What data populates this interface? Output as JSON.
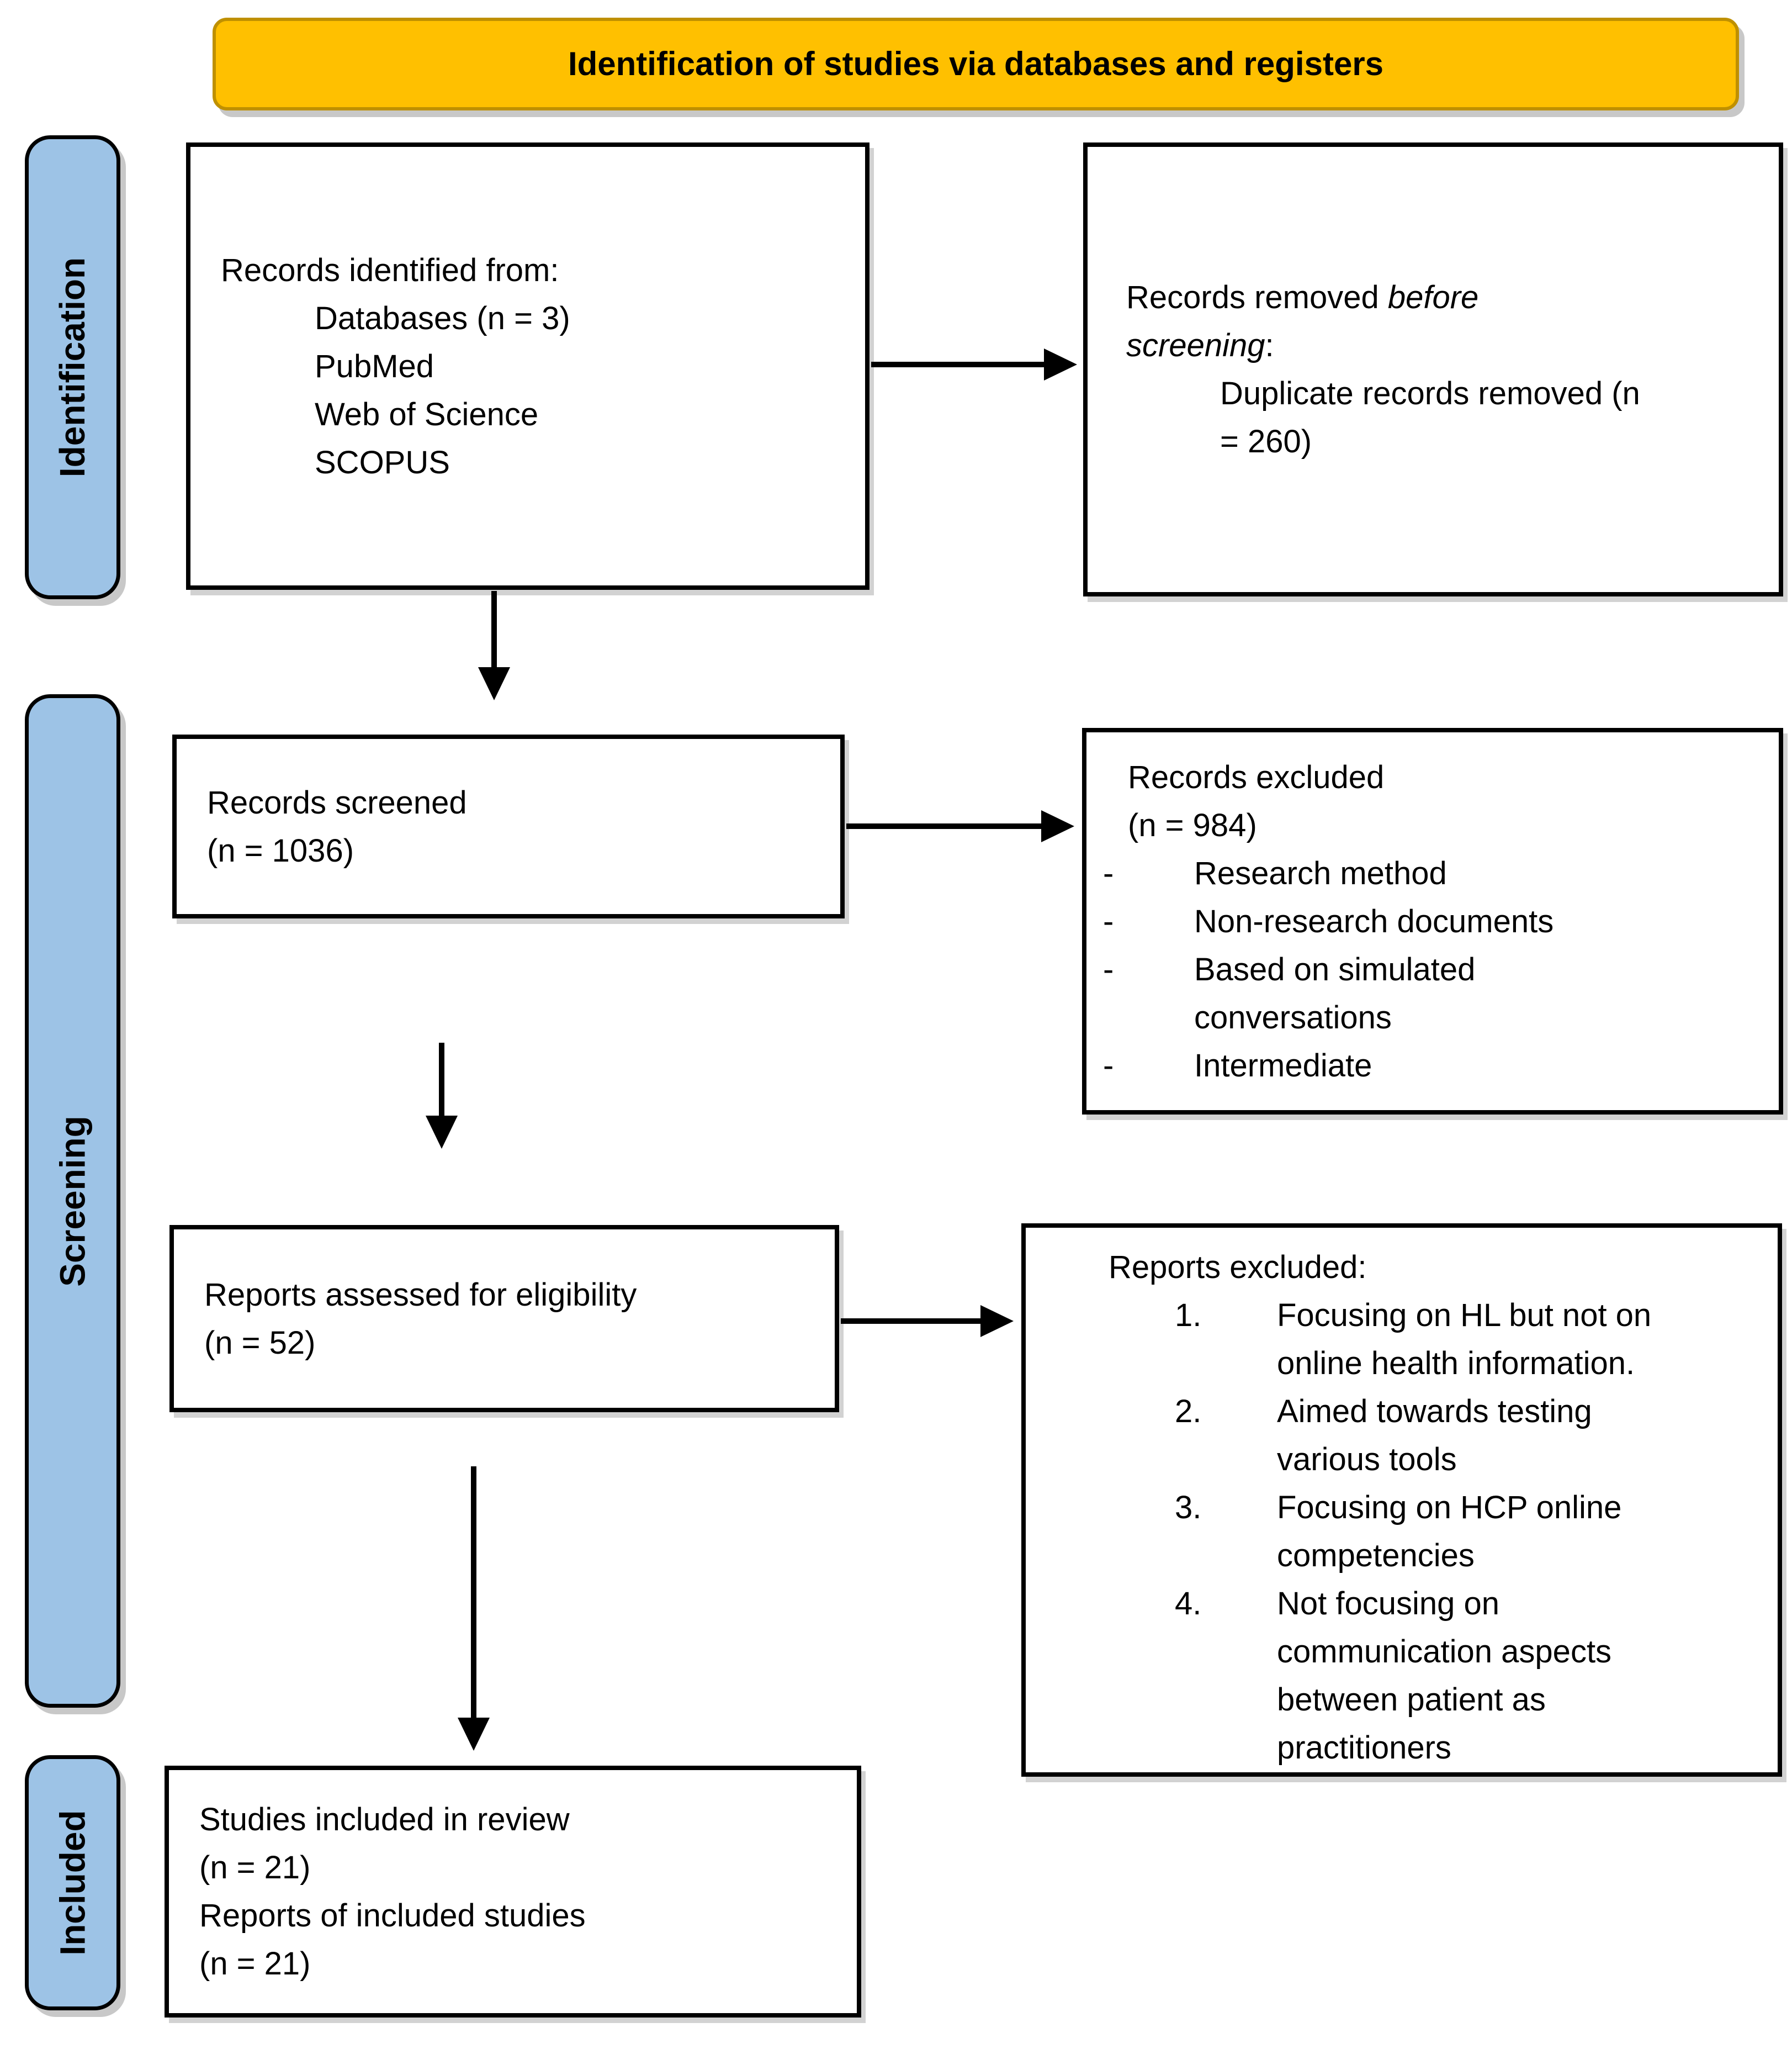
{
  "banner": {
    "title": "Identification of studies via databases and registers"
  },
  "stages": [
    {
      "label": "Identification"
    },
    {
      "label": "Screening"
    },
    {
      "label": "Included"
    }
  ],
  "boxes": {
    "identified": {
      "title": "Records identified from:",
      "items": [
        "Databases (n = 3)",
        "PubMed",
        "Web of Science",
        "SCOPUS"
      ]
    },
    "removed_before_screening": {
      "title_prefix": "Records removed ",
      "title_italic": "before\nscreening",
      "title_suffix": ":",
      "item": "Duplicate records removed (n\n= 260)"
    },
    "screened": {
      "text": "Records screened\n(n = 1036)"
    },
    "records_excluded": {
      "title": "Records excluded\n(n = 984)",
      "bullet": "-",
      "items": [
        "Research method",
        "Non-research documents",
        "Based on simulated\nconversations",
        "Intermediate"
      ]
    },
    "assessed": {
      "text": "Reports assessed for eligibility\n(n = 52)"
    },
    "reports_excluded": {
      "title": "Reports excluded:",
      "items": [
        {
          "num": "1.",
          "text": "Focusing on HL but not on\nonline health information."
        },
        {
          "num": "2.",
          "text": "Aimed towards testing\nvarious tools"
        },
        {
          "num": "3.",
          "text": "Focusing on HCP online\ncompetencies"
        },
        {
          "num": "4.",
          "text": "Not focusing on\ncommunication aspects\nbetween patient as\npractitioners"
        }
      ]
    },
    "included": {
      "text": "Studies included in review\n(n = 21)\nReports of included studies\n(n = 21)"
    }
  },
  "colors": {
    "banner_fill": "#FFC000",
    "banner_border": "#BF9000",
    "stage_fill": "#9DC3E6",
    "box_border": "#000000",
    "shadow": "#C8C8C8"
  }
}
